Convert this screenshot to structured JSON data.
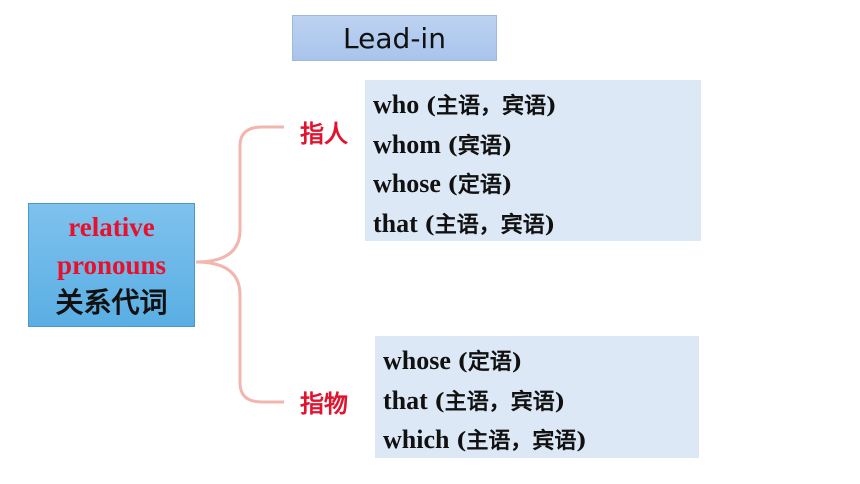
{
  "title": "Lead-in",
  "root": {
    "en_line1": "relative",
    "en_line2": "pronouns",
    "zh": "关系代词"
  },
  "branches": [
    {
      "label": "指人",
      "items": [
        {
          "word": "who",
          "role": "(主语，宾语)"
        },
        {
          "word": "whom",
          "role": "(宾语)"
        },
        {
          "word": "whose",
          "role": "(定语)"
        },
        {
          "word": "that",
          "role": "(主语，宾语)"
        }
      ]
    },
    {
      "label": "指物",
      "items": [
        {
          "word": "whose",
          "role": "(定语)"
        },
        {
          "word": "that",
          "role": "(主语，宾语)"
        },
        {
          "word": "which",
          "role": "(主语，宾语)"
        }
      ]
    }
  ],
  "colors": {
    "accent_red": "#e0142f",
    "connector": "#f2b6ae",
    "box_bg": "#dde8f6",
    "root_bg": "#5aaee3"
  }
}
